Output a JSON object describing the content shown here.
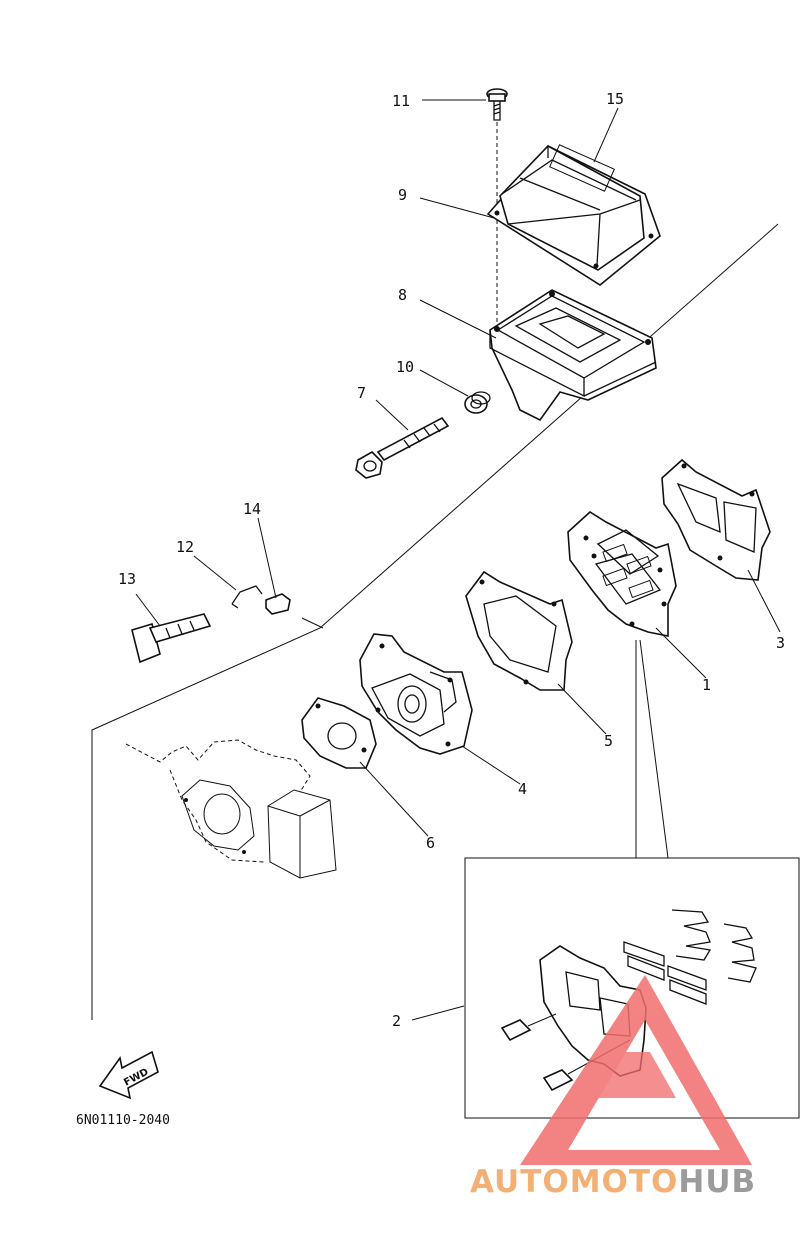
{
  "diagram": {
    "part_numbers": [
      "1",
      "2",
      "3",
      "4",
      "5",
      "6",
      "7",
      "8",
      "9",
      "10",
      "11",
      "12",
      "13",
      "14",
      "15"
    ],
    "drawing_code": "6N01110-2040",
    "fwd_label": "FWD"
  },
  "watermark": {
    "part1": "AUTOMOTO",
    "part2": "HUB",
    "color_primary": "#f2a35e",
    "color_secondary": "#8a8a8a",
    "triangle_color": "#f26d6d"
  }
}
